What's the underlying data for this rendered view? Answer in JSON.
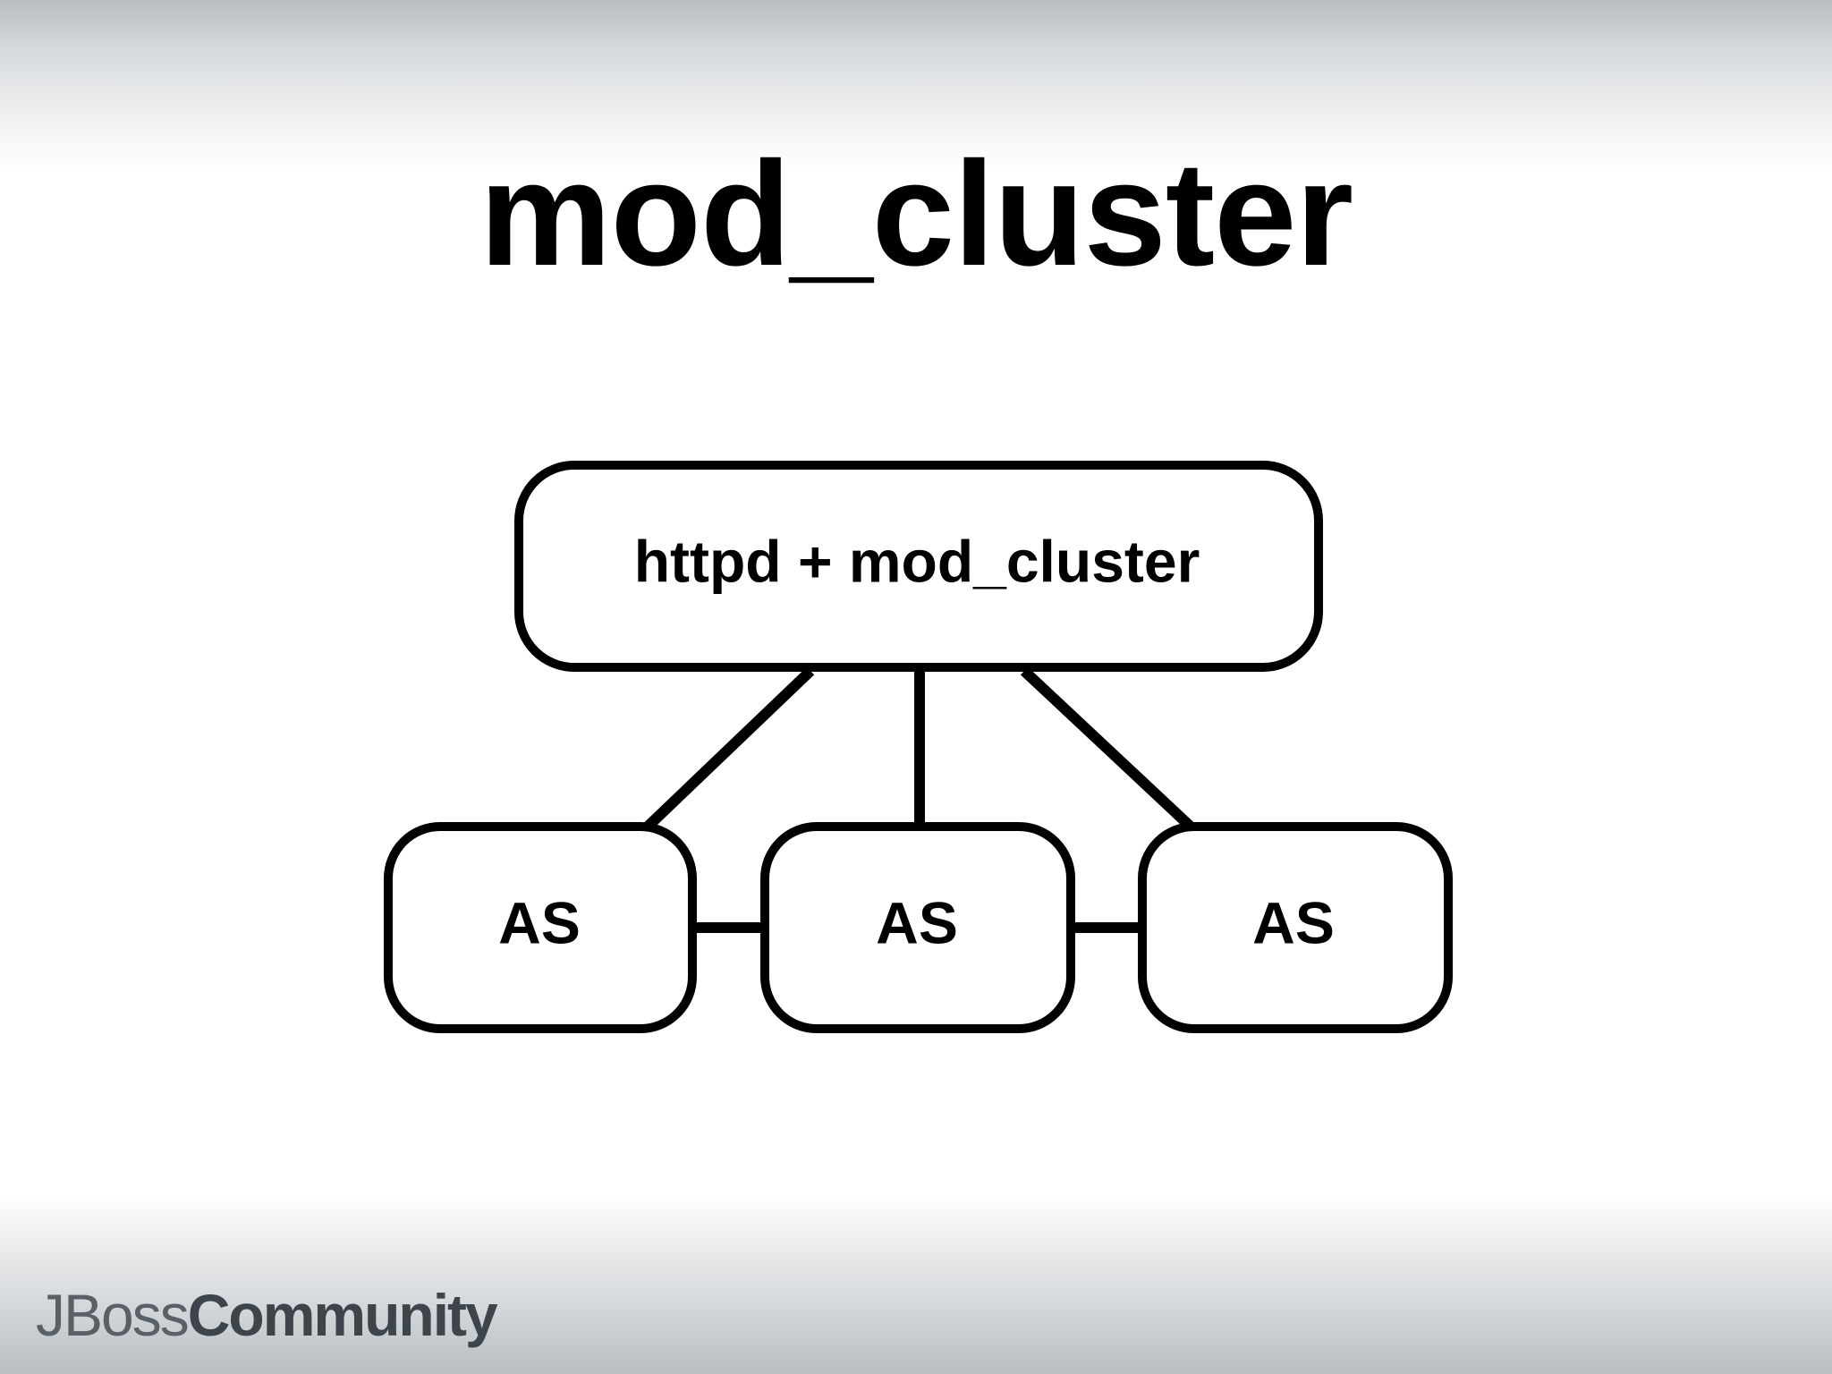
{
  "slide": {
    "title": "mod_cluster"
  },
  "diagram": {
    "nodes": [
      {
        "id": "balancer",
        "label": "httpd + mod_cluster"
      },
      {
        "id": "as1",
        "label": "AS"
      },
      {
        "id": "as2",
        "label": "AS"
      },
      {
        "id": "as3",
        "label": "AS"
      }
    ],
    "edges": [
      {
        "from": "balancer",
        "to": "as1"
      },
      {
        "from": "balancer",
        "to": "as2"
      },
      {
        "from": "balancer",
        "to": "as3"
      },
      {
        "from": "as1",
        "to": "as2"
      },
      {
        "from": "as2",
        "to": "as3"
      }
    ]
  },
  "footer": {
    "logo_part1": "JBoss",
    "logo_part2": "Community"
  }
}
